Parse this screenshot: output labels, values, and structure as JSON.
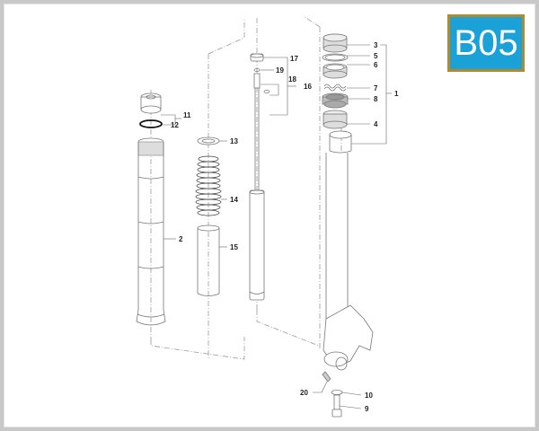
{
  "badge": {
    "code": "B05",
    "bg_color": "#1aa1d8",
    "border_color": "#b08a2e"
  },
  "diagram": {
    "type": "exploded-parts-view",
    "subject": "front fork leg assembly",
    "callouts": [
      {
        "id": "1",
        "label": "1"
      },
      {
        "id": "2",
        "label": "2"
      },
      {
        "id": "3",
        "label": "3"
      },
      {
        "id": "4",
        "label": "4"
      },
      {
        "id": "5",
        "label": "5"
      },
      {
        "id": "6",
        "label": "6"
      },
      {
        "id": "7",
        "label": "7"
      },
      {
        "id": "8",
        "label": "8"
      },
      {
        "id": "9",
        "label": "9"
      },
      {
        "id": "10",
        "label": "10"
      },
      {
        "id": "11",
        "label": "11"
      },
      {
        "id": "12",
        "label": "12"
      },
      {
        "id": "13",
        "label": "13"
      },
      {
        "id": "14",
        "label": "14"
      },
      {
        "id": "15",
        "label": "15"
      },
      {
        "id": "16",
        "label": "16"
      },
      {
        "id": "17",
        "label": "17"
      },
      {
        "id": "18",
        "label": "18"
      },
      {
        "id": "19",
        "label": "19"
      },
      {
        "id": "20",
        "label": "20"
      }
    ]
  }
}
